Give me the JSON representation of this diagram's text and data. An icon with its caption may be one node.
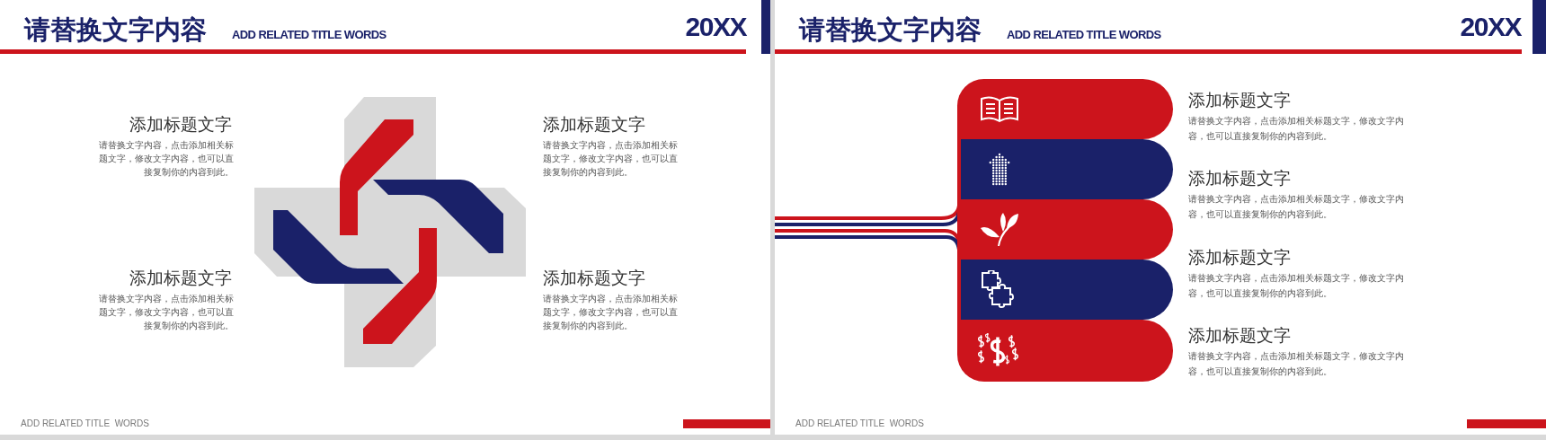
{
  "diagram": {
    "nodes": [
      {
        "text": [],
        "shape": "box"
      },
      {
        "text": [],
        "shape": "box"
      },
      {
        "text": [],
        "shape": "box"
      },
      {
        "text": [],
        "shape": "box"
      },
      {
        "text": [],
        "shape": "box"
      }
    ],
    "labels": [
      "请替换文字内容",
      "ADD RELATED TITLE WORDS",
      "20XX",
      "添加标题文字",
      "请替换文字内容，点击添加相关标题文字，修改文字内容，也可以直接复制你的内容到此。",
      "添加标题文字",
      "请替换文字内容，点击添加相关标题文字，修改文字内容，也可以直接复制你的内容到此。",
      "添加标题文字",
      "请替换文字内容，点击添加相关标题文字，修改文字内容，也可以直接复制你的内容到此。",
      "添加标题文字",
      "请替换文字内容，点击添加相关标题文字，修改文字内容，也可以直接复制你的内容到此。",
      "ADD RELATED TITLE  WORDS",
      "请替换文字内容",
      "ADD RELATED TITLE WORDS",
      "20XX",
      "添加标题文字",
      "请替换文字内容，点击添加相关标题文字，修改文字内容，也可以直接复制你的内容到此。",
      "添加标题文字",
      "请替换文字内容，点击添加相关标题文字，修改文字内容，也可以直接复制你的内容到此。",
      "添加标题文字",
      "请替换文字内容，点击添加相关标题文字，修改文字内容，也可以直接复制你的内容到此。",
      "添加标题文字",
      "请替换文字内容，点击添加相关标题文字，修改文字内容，也可以直接复制你的内容到此。",
      "ADD RELATED TITLE  WORDS"
    ]
  }
}
